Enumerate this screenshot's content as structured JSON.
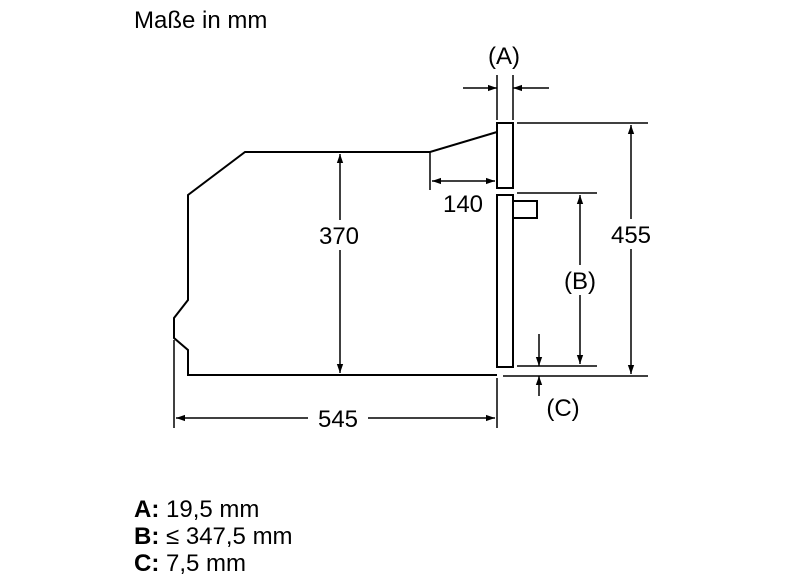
{
  "title": "Maße in mm",
  "dimensions": {
    "width": "545",
    "height": "370",
    "front_height": "455",
    "top_depth": "140",
    "label_a": "(A)",
    "label_b": "(B)",
    "label_c": "(C)"
  },
  "legend": [
    {
      "key": "A:",
      "value": "19,5 mm"
    },
    {
      "key": "B:",
      "value": "≤ 347,5 mm"
    },
    {
      "key": "C:",
      "value": "7,5 mm"
    }
  ]
}
